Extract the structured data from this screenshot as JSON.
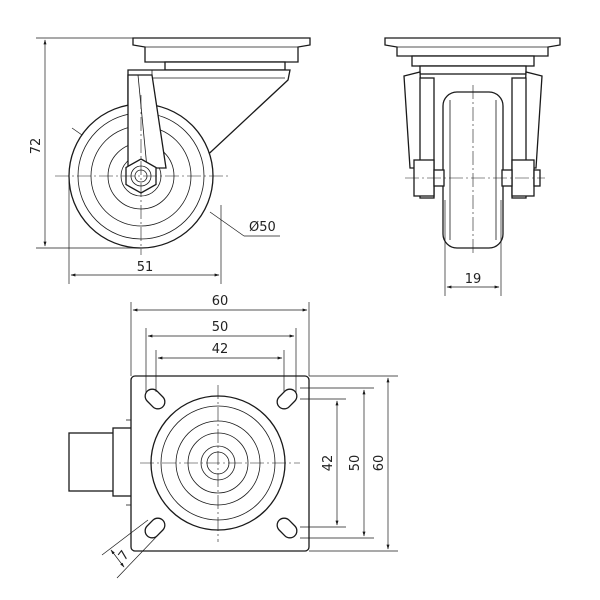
{
  "drawing": {
    "side_view": {
      "height_dim": "72",
      "width_dim": "51",
      "wheel_diameter_dim": "Ø50"
    },
    "front_view": {
      "wheel_width_dim": "19"
    },
    "top_view": {
      "plate_width_dim": "60",
      "hole_spacing_outer_dim": "50",
      "hole_spacing_inner_dim": "42",
      "plate_height_dim": "60",
      "hole_spacing_vertical_outer_dim": "50",
      "hole_spacing_vertical_inner_dim": "42",
      "slot_width_dim": "7"
    }
  }
}
